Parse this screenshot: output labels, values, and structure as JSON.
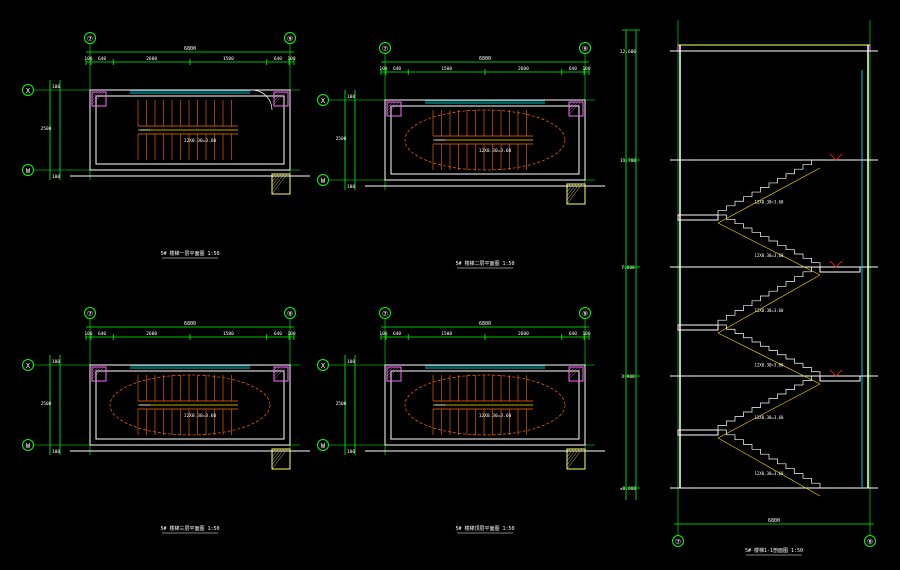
{
  "colors": {
    "background": "#000000",
    "wall": "#ffffff",
    "dimension": "#00ff00",
    "axis_circle": "#00ff00",
    "stair": "#ff6a00",
    "stair_alt": "#ffe000",
    "column_fill": "#ff66ff",
    "hatch": "#ffff66",
    "text": "#ffffff",
    "red_text": "#ff2222",
    "cyan": "#00ffff",
    "magenta": "#ff00ff",
    "blue": "#4060ff"
  },
  "plans": [
    {
      "id": "plan-1",
      "axes_top": [
        "⑦",
        "⑨"
      ],
      "axes_left": [
        "X",
        "W"
      ],
      "overall_dim": "6800",
      "sub_dims": [
        "100",
        "640",
        "2600",
        "1500",
        "640",
        "100"
      ],
      "side_dims": [
        "100",
        "2500",
        "100"
      ],
      "center_label": "12X0.30=3.60",
      "title": "5# 楼梯一层平面图",
      "scale": "1:50"
    },
    {
      "id": "plan-2",
      "axes_top": [
        "⑦",
        "⑨"
      ],
      "axes_left": [
        "X",
        "W"
      ],
      "overall_dim": "6800",
      "sub_dims": [
        "100",
        "640",
        "1500",
        "2600",
        "640",
        "100"
      ],
      "side_dims": [
        "100",
        "2500",
        "100"
      ],
      "center_label": "12X0.30=3.60",
      "title": "5# 楼梯二层平面图",
      "scale": "1:50"
    },
    {
      "id": "plan-3",
      "axes_top": [
        "⑦",
        "⑨"
      ],
      "axes_left": [
        "X",
        "W"
      ],
      "overall_dim": "6800",
      "sub_dims": [
        "100",
        "640",
        "2600",
        "1500",
        "640",
        "100"
      ],
      "side_dims": [
        "100",
        "2500",
        "100"
      ],
      "center_label": "12X0.30=3.60",
      "title": "5# 楼梯三层平面图",
      "scale": "1:50"
    },
    {
      "id": "plan-4",
      "axes_top": [
        "⑦",
        "⑨"
      ],
      "axes_left": [
        "X",
        "W"
      ],
      "overall_dim": "6800",
      "sub_dims": [
        "100",
        "640",
        "1500",
        "2600",
        "640",
        "100"
      ],
      "side_dims": [
        "100",
        "2500",
        "100"
      ],
      "center_label": "12X0.30=3.60",
      "title": "5# 楼梯顶层平面图",
      "scale": "1:50"
    }
  ],
  "section": {
    "axes_bottom": [
      "⑦",
      "⑨"
    ],
    "overall_dim": "6800",
    "levels": [
      "12.600",
      "11.700",
      "7.800",
      "3.900",
      "±0.000"
    ],
    "flight_label": "12X0.30=3.60",
    "title": "5# 楼梯1-1剖面图",
    "scale": "1:50"
  }
}
